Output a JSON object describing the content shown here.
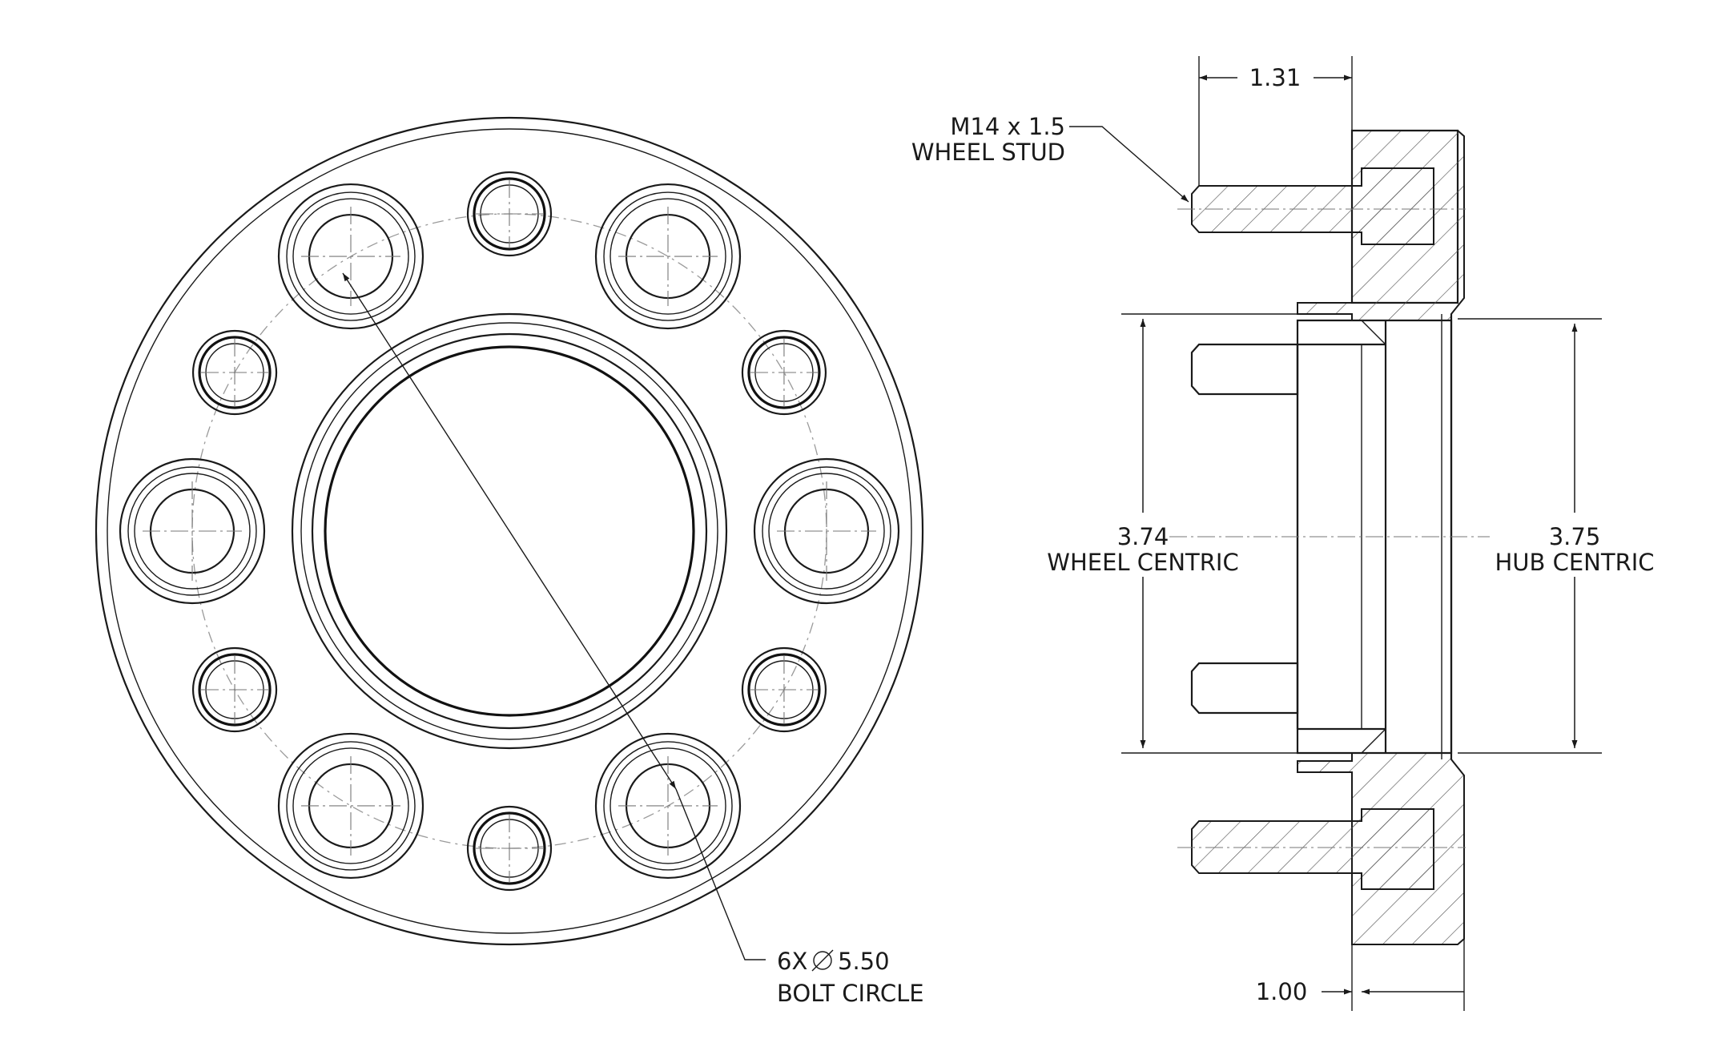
{
  "labels": {
    "stud_size": "M14 x 1.5",
    "stud_name": "WHEEL STUD",
    "bolt_count": "6X",
    "bolt_diameter": "5.50",
    "bolt_circle": "BOLT CIRCLE",
    "thickness_top": "1.31",
    "thickness_bottom": "1.00",
    "wheel_centric_value": "3.74",
    "wheel_centric_label": "WHEEL CENTRIC",
    "hub_centric_value": "3.75",
    "hub_centric_label": "HUB CENTRIC"
  },
  "colors": {
    "line": "#1a1a1a",
    "centerline": "#777777"
  }
}
